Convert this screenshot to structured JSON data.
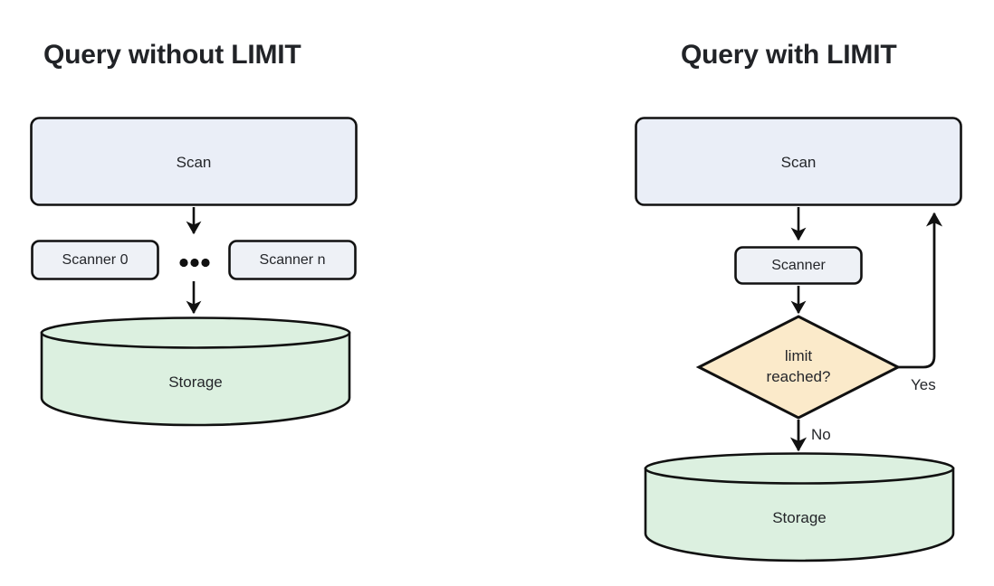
{
  "diagram": {
    "type": "flowchart",
    "background": "#ffffff",
    "stroke_color": "#111111",
    "panels": [
      {
        "id": "left",
        "title": "Query without LIMIT",
        "nodes": [
          {
            "id": "scan-left",
            "label": "Scan",
            "shape": "rounded-rect",
            "fill": "#eaeef7"
          },
          {
            "id": "scanner-0",
            "label": "Scanner 0",
            "shape": "rounded-rect",
            "fill": "#eef1f6"
          },
          {
            "id": "scanner-n",
            "label": "Scanner n",
            "shape": "rounded-rect",
            "fill": "#eef1f6"
          },
          {
            "id": "ellipsis",
            "label": "•••",
            "shape": "dots",
            "fill": "#111111"
          },
          {
            "id": "storage-left",
            "label": "Storage",
            "shape": "cylinder",
            "fill": "#dcf0e0"
          }
        ],
        "edges": [
          {
            "from": "scan-left",
            "to": "scanners",
            "label": ""
          },
          {
            "from": "scanners",
            "to": "storage-left",
            "label": ""
          }
        ]
      },
      {
        "id": "right",
        "title": "Query with LIMIT",
        "nodes": [
          {
            "id": "scan-right",
            "label": "Scan",
            "shape": "rounded-rect",
            "fill": "#eaeef7"
          },
          {
            "id": "scanner",
            "label": "Scanner",
            "shape": "rounded-rect",
            "fill": "#eef1f6"
          },
          {
            "id": "limit-check",
            "label": "limit reached?",
            "label_line1": "limit",
            "label_line2": "reached?",
            "shape": "diamond",
            "fill": "#fbeaca"
          },
          {
            "id": "storage-right",
            "label": "Storage",
            "shape": "cylinder",
            "fill": "#dcf0e0"
          }
        ],
        "edges": [
          {
            "from": "scan-right",
            "to": "scanner",
            "label": ""
          },
          {
            "from": "scanner",
            "to": "limit-check",
            "label": ""
          },
          {
            "from": "limit-check",
            "to": "scan-right",
            "label": "Yes"
          },
          {
            "from": "limit-check",
            "to": "storage-right",
            "label": "No"
          }
        ]
      }
    ]
  },
  "colors": {
    "scan_fill": "#eaeef7",
    "scanner_fill": "#eef1f6",
    "storage_fill": "#dcf0e0",
    "decision_fill": "#fbeaca",
    "stroke": "#111111",
    "text": "#24262a",
    "title": "#212327",
    "background": "#ffffff"
  }
}
